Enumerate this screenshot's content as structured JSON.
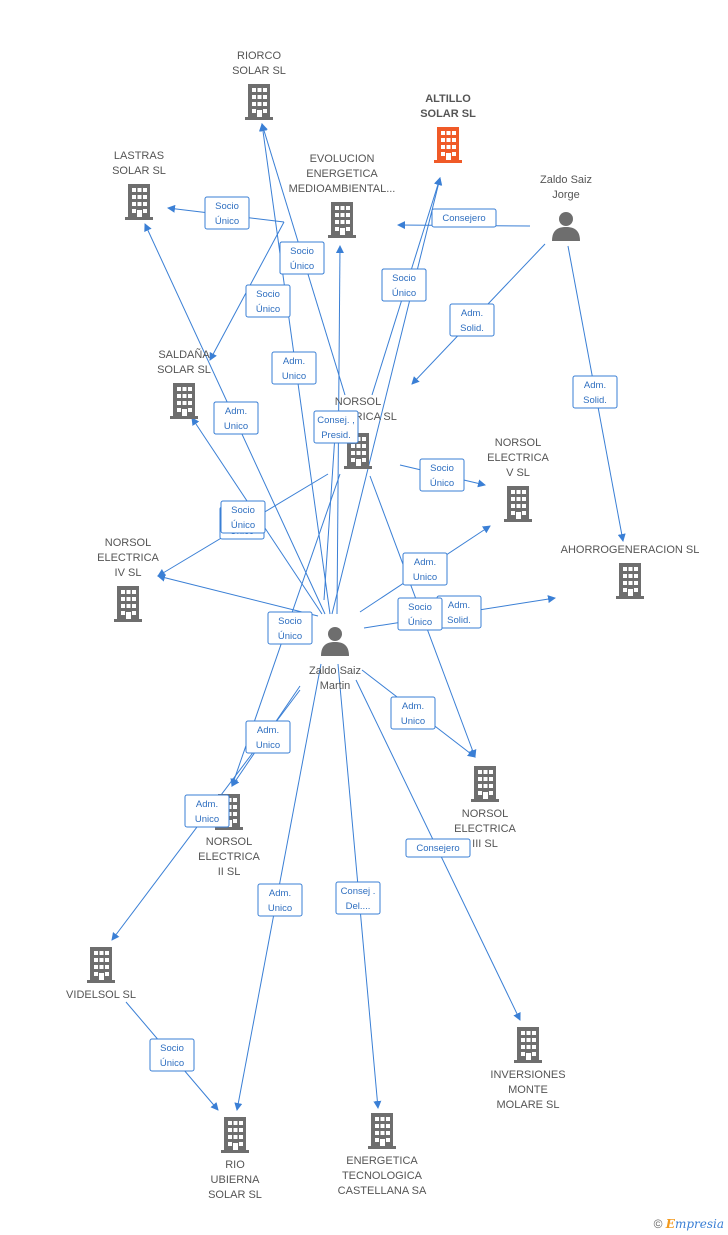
{
  "colors": {
    "edge": "#3a7fd5",
    "company": "#6e6e6e",
    "focus": "#f05a28",
    "person": "#6e6e6e"
  },
  "nodes": [
    {
      "id": "riorco",
      "type": "company",
      "lines": [
        "RIORCO",
        "SOLAR  SL"
      ]
    },
    {
      "id": "altillo",
      "type": "company",
      "focus": true,
      "lines": [
        "ALTILLO",
        "SOLAR  SL"
      ]
    },
    {
      "id": "lastras",
      "type": "company",
      "lines": [
        "LASTRAS",
        "SOLAR  SL"
      ]
    },
    {
      "id": "evolucion",
      "type": "company",
      "lines": [
        "EVOLUCION",
        "ENERGETICA",
        "MEDIOAMBIENTAL..."
      ]
    },
    {
      "id": "zaldo_jorge",
      "type": "person",
      "lines": [
        "Zaldo Saiz",
        "Jorge"
      ]
    },
    {
      "id": "saldana",
      "type": "company",
      "lines": [
        "SALDAÑA",
        "SOLAR  SL"
      ]
    },
    {
      "id": "norsol_ca",
      "type": "company",
      "lines": [
        "NORSOL",
        "ELECTRICA SL"
      ]
    },
    {
      "id": "norsol_v",
      "type": "company",
      "lines": [
        "NORSOL",
        "ELECTRICA",
        "V  SL"
      ]
    },
    {
      "id": "ahorro",
      "type": "company",
      "lines": [
        "AHORROGENERACION SL"
      ]
    },
    {
      "id": "norsol_iv",
      "type": "company",
      "lines": [
        "NORSOL",
        "ELECTRICA",
        "IV  SL"
      ]
    },
    {
      "id": "zaldo_martin",
      "type": "person",
      "lines": [
        "Zaldo Saiz",
        "Martin"
      ]
    },
    {
      "id": "norsol_iii",
      "type": "company",
      "lines": [
        "NORSOL",
        "ELECTRICA",
        "III  SL"
      ]
    },
    {
      "id": "norsol_ii",
      "type": "company",
      "lines": [
        "NORSOL",
        "ELECTRICA",
        "II  SL"
      ]
    },
    {
      "id": "videlsol",
      "type": "company",
      "lines": [
        "VIDELSOL  SL"
      ]
    },
    {
      "id": "inversiones",
      "type": "company",
      "lines": [
        "INVERSIONES",
        "MONTE",
        "MOLARE  SL"
      ]
    },
    {
      "id": "rio",
      "type": "company",
      "lines": [
        "RIO",
        "UBIERNA",
        "SOLAR  SL"
      ]
    },
    {
      "id": "energetica",
      "type": "company",
      "lines": [
        "ENERGETICA",
        "TECNOLOGICA",
        "CASTELLANA SA"
      ]
    }
  ],
  "edges": [
    {
      "from": "zaldo_martin",
      "to": "riorco",
      "label": [
        "Socio",
        "Único"
      ]
    },
    {
      "from": "zaldo_martin",
      "to": "altillo",
      "label": [
        "Socio",
        "Único"
      ]
    },
    {
      "from": "zaldo_martin",
      "to": "lastras",
      "label": [
        "Adm.",
        "Unico"
      ]
    },
    {
      "from": "zaldo_martin",
      "to": "evolucion",
      "label": [
        "Adm.",
        "Unico"
      ]
    },
    {
      "from": "zaldo_martin",
      "to": "saldana",
      "label": [
        "Adm.",
        "Unico"
      ]
    },
    {
      "from": "zaldo_martin",
      "to": "norsol_iv",
      "label": [
        "Adm.",
        "Unico"
      ]
    },
    {
      "from": "zaldo_martin",
      "to": "norsol_v",
      "label": [
        "Adm.",
        "Unico"
      ]
    },
    {
      "from": "zaldo_martin",
      "to": "ahorro",
      "label": [
        "Adm.",
        "Solid."
      ]
    },
    {
      "from": "zaldo_martin",
      "to": "norsol_iii",
      "label": [
        "Adm.",
        "Unico"
      ]
    },
    {
      "from": "zaldo_martin",
      "to": "norsol_ii",
      "label": [
        "Adm.",
        "Unico"
      ]
    },
    {
      "from": "zaldo_martin",
      "to": "videlsol",
      "label": [
        "Adm.",
        "Unico"
      ]
    },
    {
      "from": "zaldo_martin",
      "to": "rio",
      "label": [
        "Adm.",
        "Unico"
      ]
    },
    {
      "from": "zaldo_martin",
      "to": "energetica",
      "label": [
        "Consej .",
        "Del...."
      ]
    },
    {
      "from": "zaldo_martin",
      "to": "inversiones",
      "label": [
        "Consejero"
      ]
    },
    {
      "from": "zaldo_martin",
      "to": "norsol_ca",
      "label": [
        "Consej. ,",
        "Presid."
      ]
    },
    {
      "from": "norsol_ca",
      "to": "riorco",
      "label": [
        "Socio",
        "Único"
      ]
    },
    {
      "from": "norsol_ca",
      "to": "altillo",
      "label": [
        "Socio",
        "Único"
      ]
    },
    {
      "from": "norsol_ca",
      "to": "lastras",
      "label": [
        "Socio",
        "Único"
      ]
    },
    {
      "from": "norsol_ca",
      "to": "saldana",
      "label": [
        "Socio",
        "Único"
      ]
    },
    {
      "from": "norsol_ca",
      "to": "norsol_iv",
      "label": [
        "Socio",
        "Único"
      ]
    },
    {
      "from": "norsol_ca",
      "to": "norsol_v",
      "label": [
        "Socio",
        "Único"
      ]
    },
    {
      "from": "norsol_ca",
      "to": "norsol_iii",
      "label": [
        "Socio",
        "Único"
      ]
    },
    {
      "from": "norsol_ca",
      "to": "norsol_ii",
      "label": [
        "Socio",
        "Único"
      ]
    },
    {
      "from": "videlsol",
      "to": "rio",
      "label": [
        "Socio",
        "Único"
      ]
    },
    {
      "from": "zaldo_jorge",
      "to": "evolucion",
      "label": [
        "Consejero"
      ]
    },
    {
      "from": "zaldo_jorge",
      "to": "norsol_ca",
      "label": [
        "Adm.",
        "Solid."
      ]
    },
    {
      "from": "zaldo_jorge",
      "to": "ahorro",
      "label": [
        "Adm.",
        "Solid."
      ]
    }
  ],
  "brand": {
    "copyright": "©",
    "initial": "E",
    "rest": "mpresia"
  }
}
